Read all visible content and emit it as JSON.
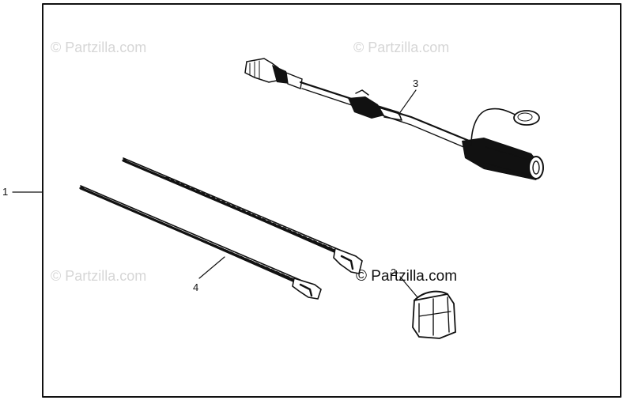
{
  "watermark_text": "© Partzilla.com",
  "callouts": {
    "assembly": "1",
    "clip": "2",
    "cable": "3",
    "ties": "4"
  }
}
